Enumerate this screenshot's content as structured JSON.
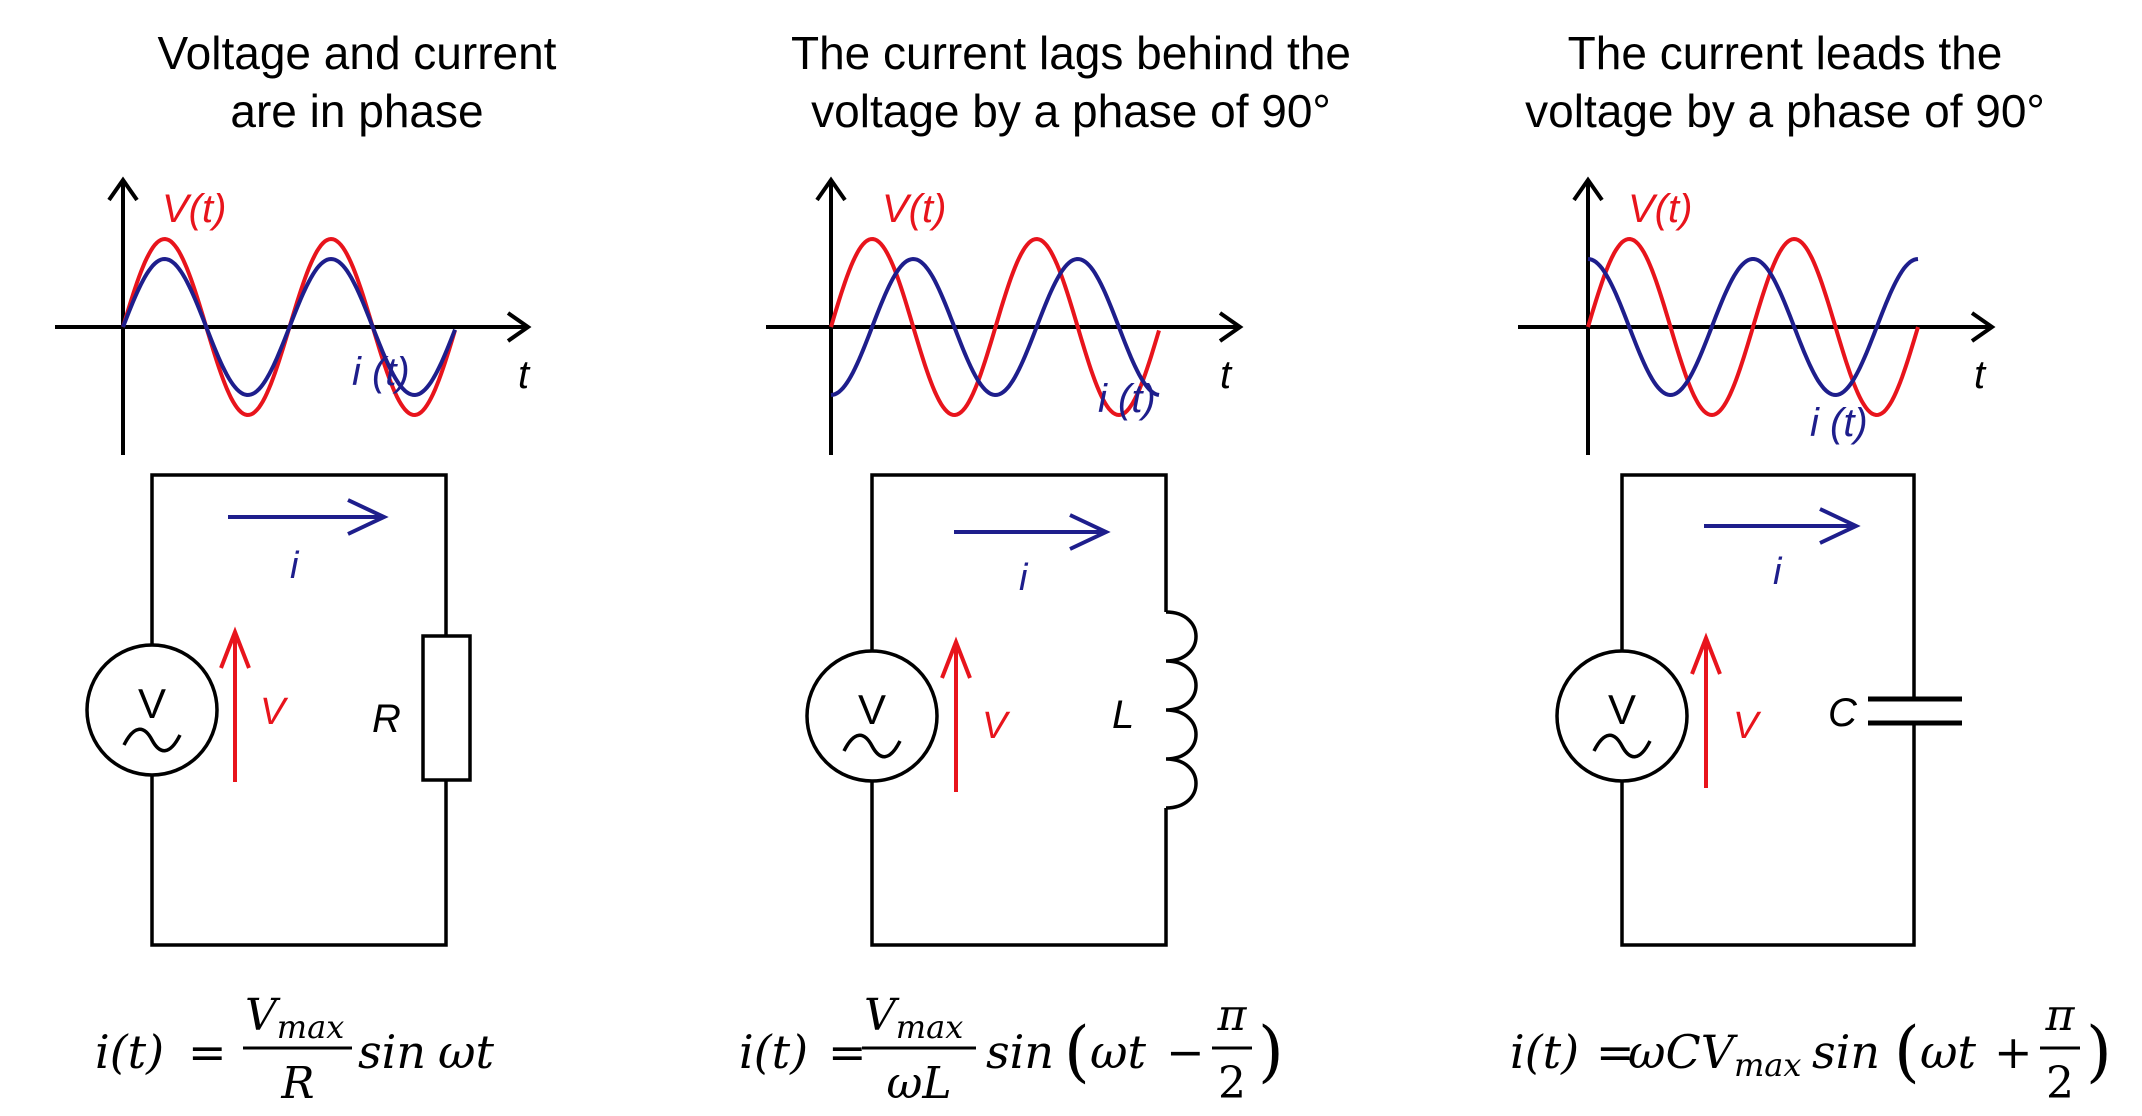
{
  "panels": [
    {
      "title_line1": "Voltage and current",
      "title_line2": "are in phase",
      "v_label": "V(t)",
      "i_label": "i (t)",
      "t_label": "t",
      "current_arrow_label": "i",
      "voltage_arrow_label": "V",
      "source_symbol": "V",
      "component_label": "R",
      "equation": {
        "lhs": "i(t)",
        "eq": "=",
        "prefix": "",
        "num": "V",
        "num_sub": "max",
        "den": "R",
        "func": "sin",
        "arg": "ωt",
        "open": "",
        "op": "",
        "frac2_num": "",
        "frac2_den": "",
        "close": ""
      }
    },
    {
      "title_line1": "The current lags behind the",
      "title_line2": "voltage by a phase of 90°",
      "v_label": "V(t)",
      "i_label": "i (t)",
      "t_label": "t",
      "current_arrow_label": "i",
      "voltage_arrow_label": "V",
      "source_symbol": "V",
      "component_label": "L",
      "equation": {
        "lhs": "i(t)",
        "eq": "=",
        "num": "V",
        "num_sub": "max",
        "den": "ωL",
        "func": "sin",
        "open": "(",
        "arg": "ωt",
        "op": "−",
        "frac2_num": "π",
        "frac2_den": "2",
        "close": ")"
      }
    },
    {
      "title_line1": "The current leads the",
      "title_line2": "voltage by a phase of 90°",
      "v_label": "V(t)",
      "i_label": "i (t)",
      "t_label": "t",
      "current_arrow_label": "i",
      "voltage_arrow_label": "V",
      "source_symbol": "V",
      "component_label": "C",
      "equation": {
        "lhs": "i(t)",
        "eq": "=",
        "body": "ωCV",
        "body_sub": "max",
        "func": "sin",
        "open": "(",
        "arg": "ωt",
        "op": "+",
        "frac2_num": "π",
        "frac2_den": "2",
        "close": ")"
      }
    }
  ],
  "colors": {
    "voltage": "#e8141c",
    "current": "#1e1e8c",
    "line": "#000000"
  }
}
